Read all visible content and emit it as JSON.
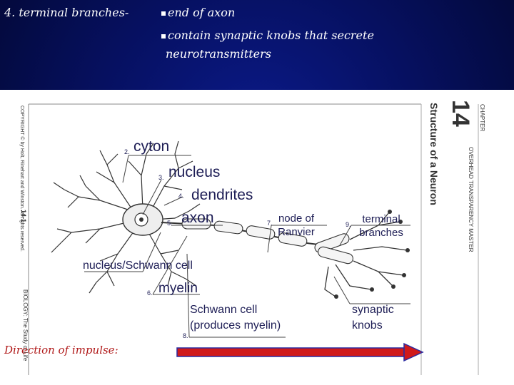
{
  "heading": {
    "term": "4. terminal branches-",
    "bullets": [
      "end of axon",
      "contain synaptic knobs that secrete",
      "neurotransmitters"
    ]
  },
  "figure": {
    "labels": {
      "cyton": "cyton",
      "nucleus": "nucleus",
      "dendrites": "dendrites",
      "axon": "axon",
      "node_of_ranvier_1": "node of",
      "node_of_ranvier_2": "Ranvier",
      "terminal_branches_1": "terminal",
      "terminal_branches_2": "branches",
      "nucleus_schwann": "nucleus/Schwann cell",
      "myelin": "myelin",
      "schwann_cell_1": "Schwann cell",
      "schwann_cell_2": "(produces myelin)",
      "synaptic_knobs_1": "synaptic",
      "synaptic_knobs_2": "knobs"
    },
    "side_text": {
      "chapter": "CHAPTER",
      "chapter_number": "14",
      "title": "Structure of a Neuron",
      "master": "OVERHEAD TRANSPARENCY MASTER",
      "page_left": "14-1",
      "copyright": "COPYRIGHT © by Holt, Rinehart and Winston. All rights reserved.",
      "biology": "BIOLOGY: The Study of Life"
    },
    "number_markers": [
      "2.",
      "3.",
      "4.",
      "5.",
      "6.",
      "7.",
      "8.",
      "9."
    ]
  },
  "footer": {
    "direction_label": "Direction of impulse:"
  },
  "colors": {
    "background": "#061060",
    "arrow": "#d01a1a",
    "arrow_stroke": "#2a2aa0",
    "label_text": "#1d1d55"
  }
}
